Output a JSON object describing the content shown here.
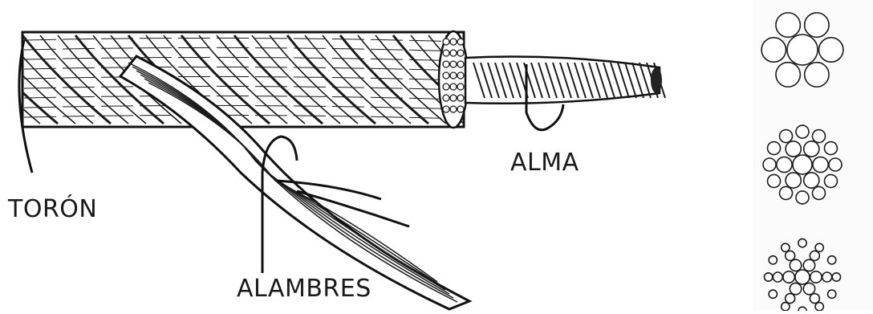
{
  "labels": {
    "toron": "TORÓN",
    "alma": "ALMA",
    "alambres": "ALAMBRES"
  },
  "colors": {
    "ink": "#1a1a1a",
    "background": "#ffffff"
  },
  "cross_sections": [
    {
      "name": "section-7-wire",
      "rings": [
        1,
        6
      ]
    },
    {
      "name": "section-19-wire",
      "rings": [
        1,
        6,
        12
      ]
    },
    {
      "name": "section-filler-wire",
      "rings": [
        1,
        6,
        6,
        12
      ]
    }
  ]
}
